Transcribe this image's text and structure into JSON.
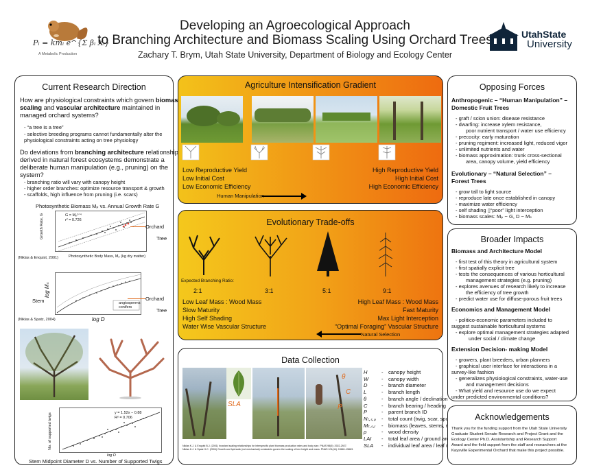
{
  "header": {
    "title_line1": "Developing an Agroecological Approach",
    "title_line2": "to Branching Architecture and Biomass Scaling Using Orchard Trees",
    "authors": "Zachary T. Brym,  Utah State University,  Department of Biology and Ecology Center",
    "logo_left_formula": "Pᵢ = kmᵢ e^{Σ βᵢ Xᵢ}",
    "logo_left_caption": "A Metabolic Production",
    "logo_right_line1": "UtahState",
    "logo_right_line2": "University"
  },
  "current": {
    "title": "Current Research Direction",
    "q1_pre": "How are physiological constraints which govern ",
    "q1_b1": "biomass scaling",
    "q1_mid": " and ",
    "q1_b2": "vascular architecture",
    "q1_post1": "  maintained in",
    "q1_post2": "managed orchard systems?",
    "bul1": "- “a tree is a tree”",
    "bul2a": "- selective breeding programs cannot fundamentally alter the",
    "bul2b": "physiological constraints acting on tree physiology",
    "q2_pre": "Do deviations from ",
    "q2_b": "branching architecture",
    "q2_post": " relationships",
    "q2_l2": "derived in natural forest ecosystems demonstrate a",
    "q2_l3": "deliberate human manipulation (e.g., pruning) on the",
    "q2_l4": "system?",
    "bul3": "- branching ratio will vary with canopy height",
    "bul4": "- higher order branches: optimize resource transport & growth",
    "bul5": "- scaffolds, high influence from pruning (i.e. scars)",
    "plot1_caption": "Photosynthetic Biomass Mₚ vs. Annual Growth Rate G",
    "plot1_xlabel": "Photosynthetic Body Mass, Mₚ (kg dry matter)",
    "plot1_ylabel": "Growth Rate, G",
    "plot1_eq": "G = Mₚ³ᐟ⁴",
    "plot1_r2": "r² = 0.726",
    "plot1_cite": "(Niklas & Enquist, 2001)",
    "orchard1": "Orchard",
    "tree1": "Tree",
    "plot2_ylabel": "log Mₛ",
    "plot2_xlabel": "log D",
    "plot2_leg1": "angiosperms",
    "plot2_leg2": "conifers",
    "plot2_cite": "(Niklas & Spatz, 2004)",
    "stem": "Stem",
    "orchard2": "Orchard",
    "tree2": "Tree",
    "plot3_eq": "y = 1.52x − 0.88",
    "plot3_r2": "R² = 0.706",
    "plot3_ylabel": "No. of supported twigs",
    "plot3_xlabel": "log D",
    "plot3_caption": "Stem Midpoint Diameter D vs. Number of Supported Twigs"
  },
  "intensification": {
    "title": "Agriculture Intensification Gradient",
    "left1": "Low Reproductive Yield",
    "left2": "Low Initial Cost",
    "left3": "Low Economic Efficiency",
    "right1": "High Reproductive Yield",
    "right2": "High Initial Cost",
    "right3": "High Economic Efficiency",
    "arrow_label": "Human Manipulation"
  },
  "tradeoffs": {
    "title": "Evolutionary Trade-offs",
    "expected": "Expected  Branching Ratio:",
    "r1": "2:1",
    "r2": "3:1",
    "r3": "5:1",
    "r4": "9:1",
    "left1": "Low Leaf Mass : Wood Mass",
    "left2": "Slow Maturity",
    "left3": "High Self Shading",
    "left4": "Water Wise Vascular Structure",
    "right1": "High Leaf Mass : Wood Mass",
    "right2": "Fast Maturity",
    "right3": "Max Light Interception",
    "right4": "“Optimal  Foraging” Vascular Structure",
    "arrow_label": "Natural Selection"
  },
  "data": {
    "title": "Data Collection",
    "vars": [
      {
        "sym": "H",
        "desc": "canopy height"
      },
      {
        "sym": "W",
        "desc": "canopy width"
      },
      {
        "sym": "D",
        "desc": "branch diameter"
      },
      {
        "sym": "L",
        "desc": "branch length"
      },
      {
        "sym": "θ",
        "desc": "branch angle / declination"
      },
      {
        "sym": "C",
        "desc": "branch bearing / heading"
      },
      {
        "sym": "P",
        "desc": "parent branch ID"
      },
      {
        "sym": "Nₜ,ₛ,ₚ",
        "desc": "total count (twig, scar, spur)"
      },
      {
        "sym": "Mₜ,ₛ,ᵣ",
        "desc": "biomass (leaves, stems, roots)"
      },
      {
        "sym": "ρ",
        "desc": "wood density"
      },
      {
        "sym": "LAI",
        "desc": "total leaf area / ground area"
      },
      {
        "sym": "SLA",
        "desc": "individual leaf area / leaf mass"
      }
    ],
    "photo_labels": {
      "sla": "SLA",
      "theta": "θ",
      "c": "C",
      "p": "P"
    },
    "ref1": "Niklas K.J. & Enquist B.J. (2001) Invariant scaling relationships for interspecific plant biomass production rates and body size. PNAS 98(5): 2922-2927.",
    "ref2": "Niklas K.J. & Spatz H.C. (2004) Growth and hydraulic (not mechanical) constraints govern the scaling of tree height and mass. PNAS 101(44): 15661-15663."
  },
  "opposing": {
    "title": "Opposing Forces",
    "h1a": "Anthropogenic – “Human Manipulation” –",
    "h1b": "Domestic Fruit Trees",
    "a1": "- graft / scion union: disease resistance",
    "a2": "- dwarfing: increase xylem resistance,",
    "a2b": "poor nutrient transport / water use efficiency",
    "a3": "- precocity: early maturation",
    "a4": "- pruning regiment: increased light, reduced vigor",
    "a5": "- unlimited nutrients and water",
    "a6": "- biomass approximation:  trunk cross-sectional",
    "a6b": "area, canopy volume, yield efficiency",
    "h2a": "Evolutionary  – “Natural Selection” –",
    "h2b": "Forest Trees",
    "e1": "- grow tall to light source",
    "e2": "- reproduce late once established in canopy",
    "e3": "- maximize water efficiency",
    "e4": "- self shading ▯“poor” light interception",
    "e5": "- biomass scales: Mₚ ~ G, D ~ Mₛ"
  },
  "broader": {
    "title": "Broader Impacts",
    "h1": "Biomass and Architecture Model",
    "a1": "- first test of this theory in agricultural system",
    "a2": "- first spatially explicit tree",
    "a3": "- tests the consequences of various horticultural",
    "a3b": "management strategies (e.g. pruning)",
    "a4": "- explores avenues of research likely to increase",
    "a4b": "the efficiency of tree growth",
    "a5": "- predict water use for diffuse-porous fruit trees",
    "h2": "Economics and Management Model",
    "b1": "- politico-economic parameters included to",
    "b1b": "suggest sustainable horticultural systems",
    "b2": "- explore optimal management strategies adapted",
    "b2b": "under social / climate change",
    "h3": "Extension Decision- making Model",
    "c1": "- growers, plant breeders, urban planners",
    "c2": "- graphical user interface for interactions in a",
    "c2b": "survey-like fashion",
    "c3": "- generalizes physiological constraints, water-use",
    "c3b": "and management decisions",
    "c4": "- What yield and resource use do we expect",
    "c4b": "under predicted environmental conditions?"
  },
  "ack": {
    "title": "Acknowledgements",
    "l1": "Thank you for the funding support from the Utah State University",
    "l2": "Graduate Student Senate Research and Project Grant and the",
    "l3": "Ecology Center Ph.D. Assistantship and Research Support",
    "l4": "Award and the field support from the staff and researchers at the",
    "l5": "Kaysville Experimental Orchard that make this project possible."
  }
}
